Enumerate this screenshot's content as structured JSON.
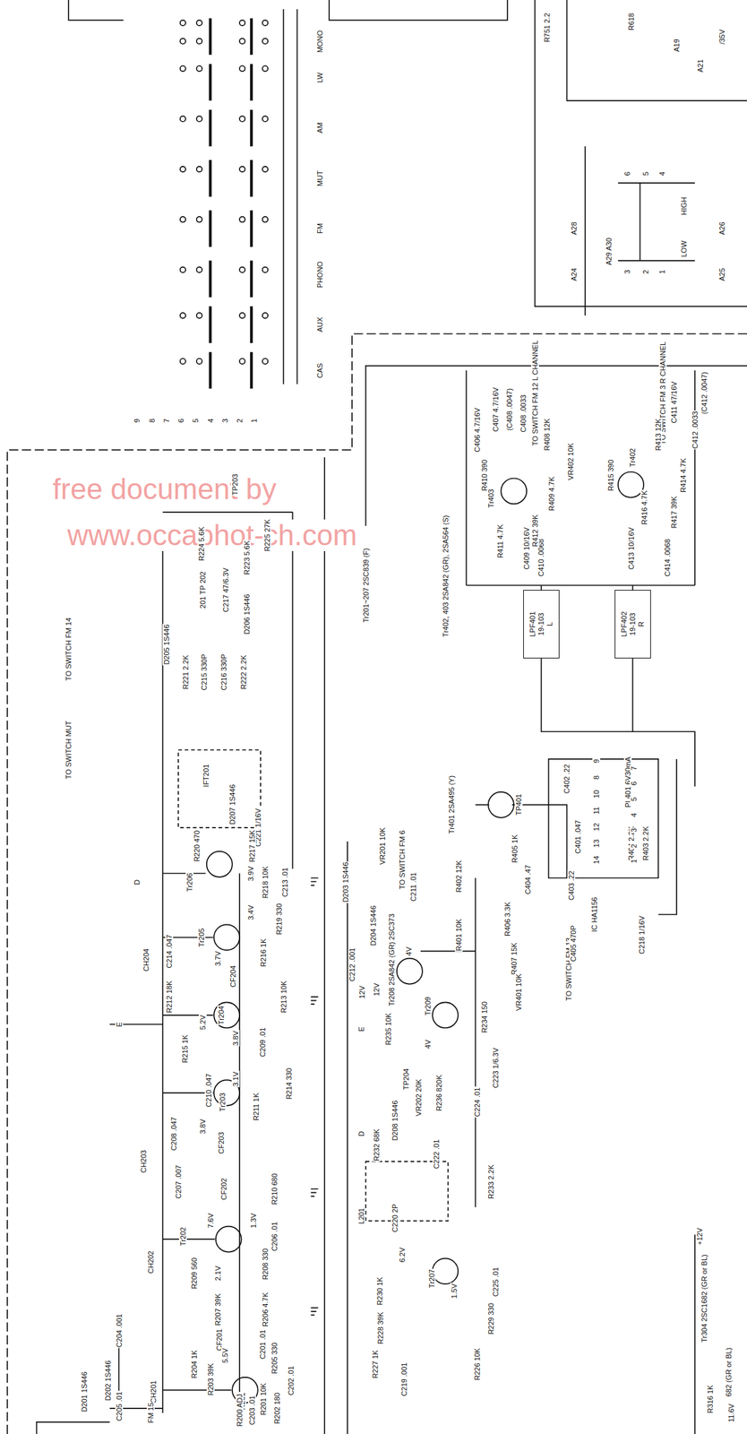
{
  "diagram": {
    "nodes": [
      {
        "text": [
          "LPF401",
          "19-103",
          "L"
        ]
      },
      {
        "text": [
          "LPF402",
          "19-103",
          "R"
        ]
      }
    ],
    "labels": [
      "MONO",
      "LW",
      "AM",
      "MUT",
      "FM",
      "PHONO",
      "AUX",
      "CAS",
      "9",
      "8",
      "7",
      "6",
      "5",
      "4",
      "3",
      "2",
      "1",
      "R751 2.2",
      "R618",
      "A19",
      "A21",
      "/35V",
      "6",
      "5",
      "4",
      "HIGH",
      "A28",
      "A29 A30",
      "LOW",
      "A26",
      "3",
      "2",
      "1",
      "A24",
      "A25",
      "free document by",
      "www.occaphot-ch.com",
      "TO SWITCH FM 14",
      "TO SWITCH MUT",
      "TO SWITCH FM 12 L CHANNEL",
      "TO SWITCH FM 3 R CHANNEL",
      "Tr402, 403 2SA842 (GR), 2SA564 (S)",
      "Tr201~207 2SC839 (F)",
      "R225 27K",
      "TP203",
      "R224 5.6K",
      "201 TP 202",
      "C217 47/6.3V",
      "R223 5.6K",
      "D205 1S446",
      "R221 2.2K",
      "C215 330P",
      "C216 330P",
      "R222 2.2K",
      "D206 1S446",
      "IFT201",
      "D207 1S446",
      "C221 1/16V",
      "R220 470",
      "R217 15K",
      "Tr206",
      "D",
      "3.9V",
      "R218 10K",
      "C213 .01",
      "3.4V",
      "R219 330",
      "Tr205",
      "R216 1K",
      "CH204",
      "C214 .047",
      "3.7V",
      "CF204",
      "R212 18K",
      "R213 10K",
      "5.2V",
      "Tr204",
      "3.8V",
      "R215 1K",
      "C209 .01",
      "E",
      "3.1V",
      "R214 330",
      "C210 .047",
      "Tr203",
      "3.8V",
      "R211 1K",
      "C208 .047",
      "CF203",
      "CH203",
      "C207 .007",
      "CF202",
      "R210 680",
      "C206 .01",
      "Tr202",
      "7.6V",
      "1.3V",
      "R209 560",
      "2.1V",
      "R208 330",
      "CH202",
      "R207 39K",
      "R206 4.7K",
      "CF201",
      "C201 .01",
      "C204 .001",
      "5.5V",
      "R204 1K",
      "R205 330",
      "D201 1S446",
      "D202 1S446",
      "C205 .01",
      "CH201",
      "R203 39K",
      "Tr201",
      "C202 .01",
      "R201 10K",
      "R202 180",
      "R200 ADJ",
      "C203 .01",
      "FM 15",
      "TO SWITCH FM 6",
      "VR201 10K",
      "D203 1S446",
      "C211 .01",
      "D204 1S446",
      "C212 .001",
      "Tr208 2SA842 (GR) 2SC373",
      "4V",
      "12V",
      "12V",
      "Tr209",
      "R235 10K",
      "E",
      "R234 150",
      "C223 1/6.3V",
      "4V",
      "TP204",
      "VR202 20K",
      "R236 820K",
      "D208 1S446",
      "C224 .01",
      "C222 .01",
      "R233 2.2K",
      "R232 68K",
      "D",
      "L201",
      "C220 2P",
      "6.2V",
      "Tr207",
      "R230 1K",
      "1.5V",
      "C225 .01",
      "R229 330",
      "R228 39K",
      "R226 10K",
      "R227 1K",
      "C219 .001",
      "Tr401 2SA495 (Y)",
      "R402 12K",
      "R401 10K",
      "TO SWITCH FM 13",
      "C402 .22",
      "TP401",
      "C401 .047",
      "R405 1K",
      "PL401 6V30mA",
      "R404 2.2K",
      "R403 2.2K",
      "C404 .47",
      "C403 .22",
      "IC HA1156",
      "R406 3.3K",
      "C405 470P",
      "C218 1/16V",
      "R407 15K",
      "VR401 10K",
      "7",
      "6",
      "5",
      "4",
      "3",
      "2",
      "1",
      "9",
      "8",
      "10",
      "11",
      "12",
      "13",
      "14",
      "C410 .0068",
      "C409 10/16V",
      "C414 .0068",
      "C413 10/16V",
      "R417 39K",
      "R416 4.7K",
      "R414 4.7K",
      "R415 390",
      "Tr402",
      "Tr403",
      "R411 4.7K",
      "R412 39K",
      "R409 4.7K",
      "R410 390",
      "VR402 10K",
      "R408 12K",
      "R413 12K",
      "C406 4.7/16V",
      "C407 4.7/16V",
      "(C408 .0047)",
      "C408 .0033",
      "C411 47/16V",
      "(C412 .0047)",
      "C412 .0033",
      "Tr304 2SC1682 (GR or BL)",
      "+12V",
      "682 (GR or BL)",
      "R316 1K",
      "11.6V"
    ]
  }
}
